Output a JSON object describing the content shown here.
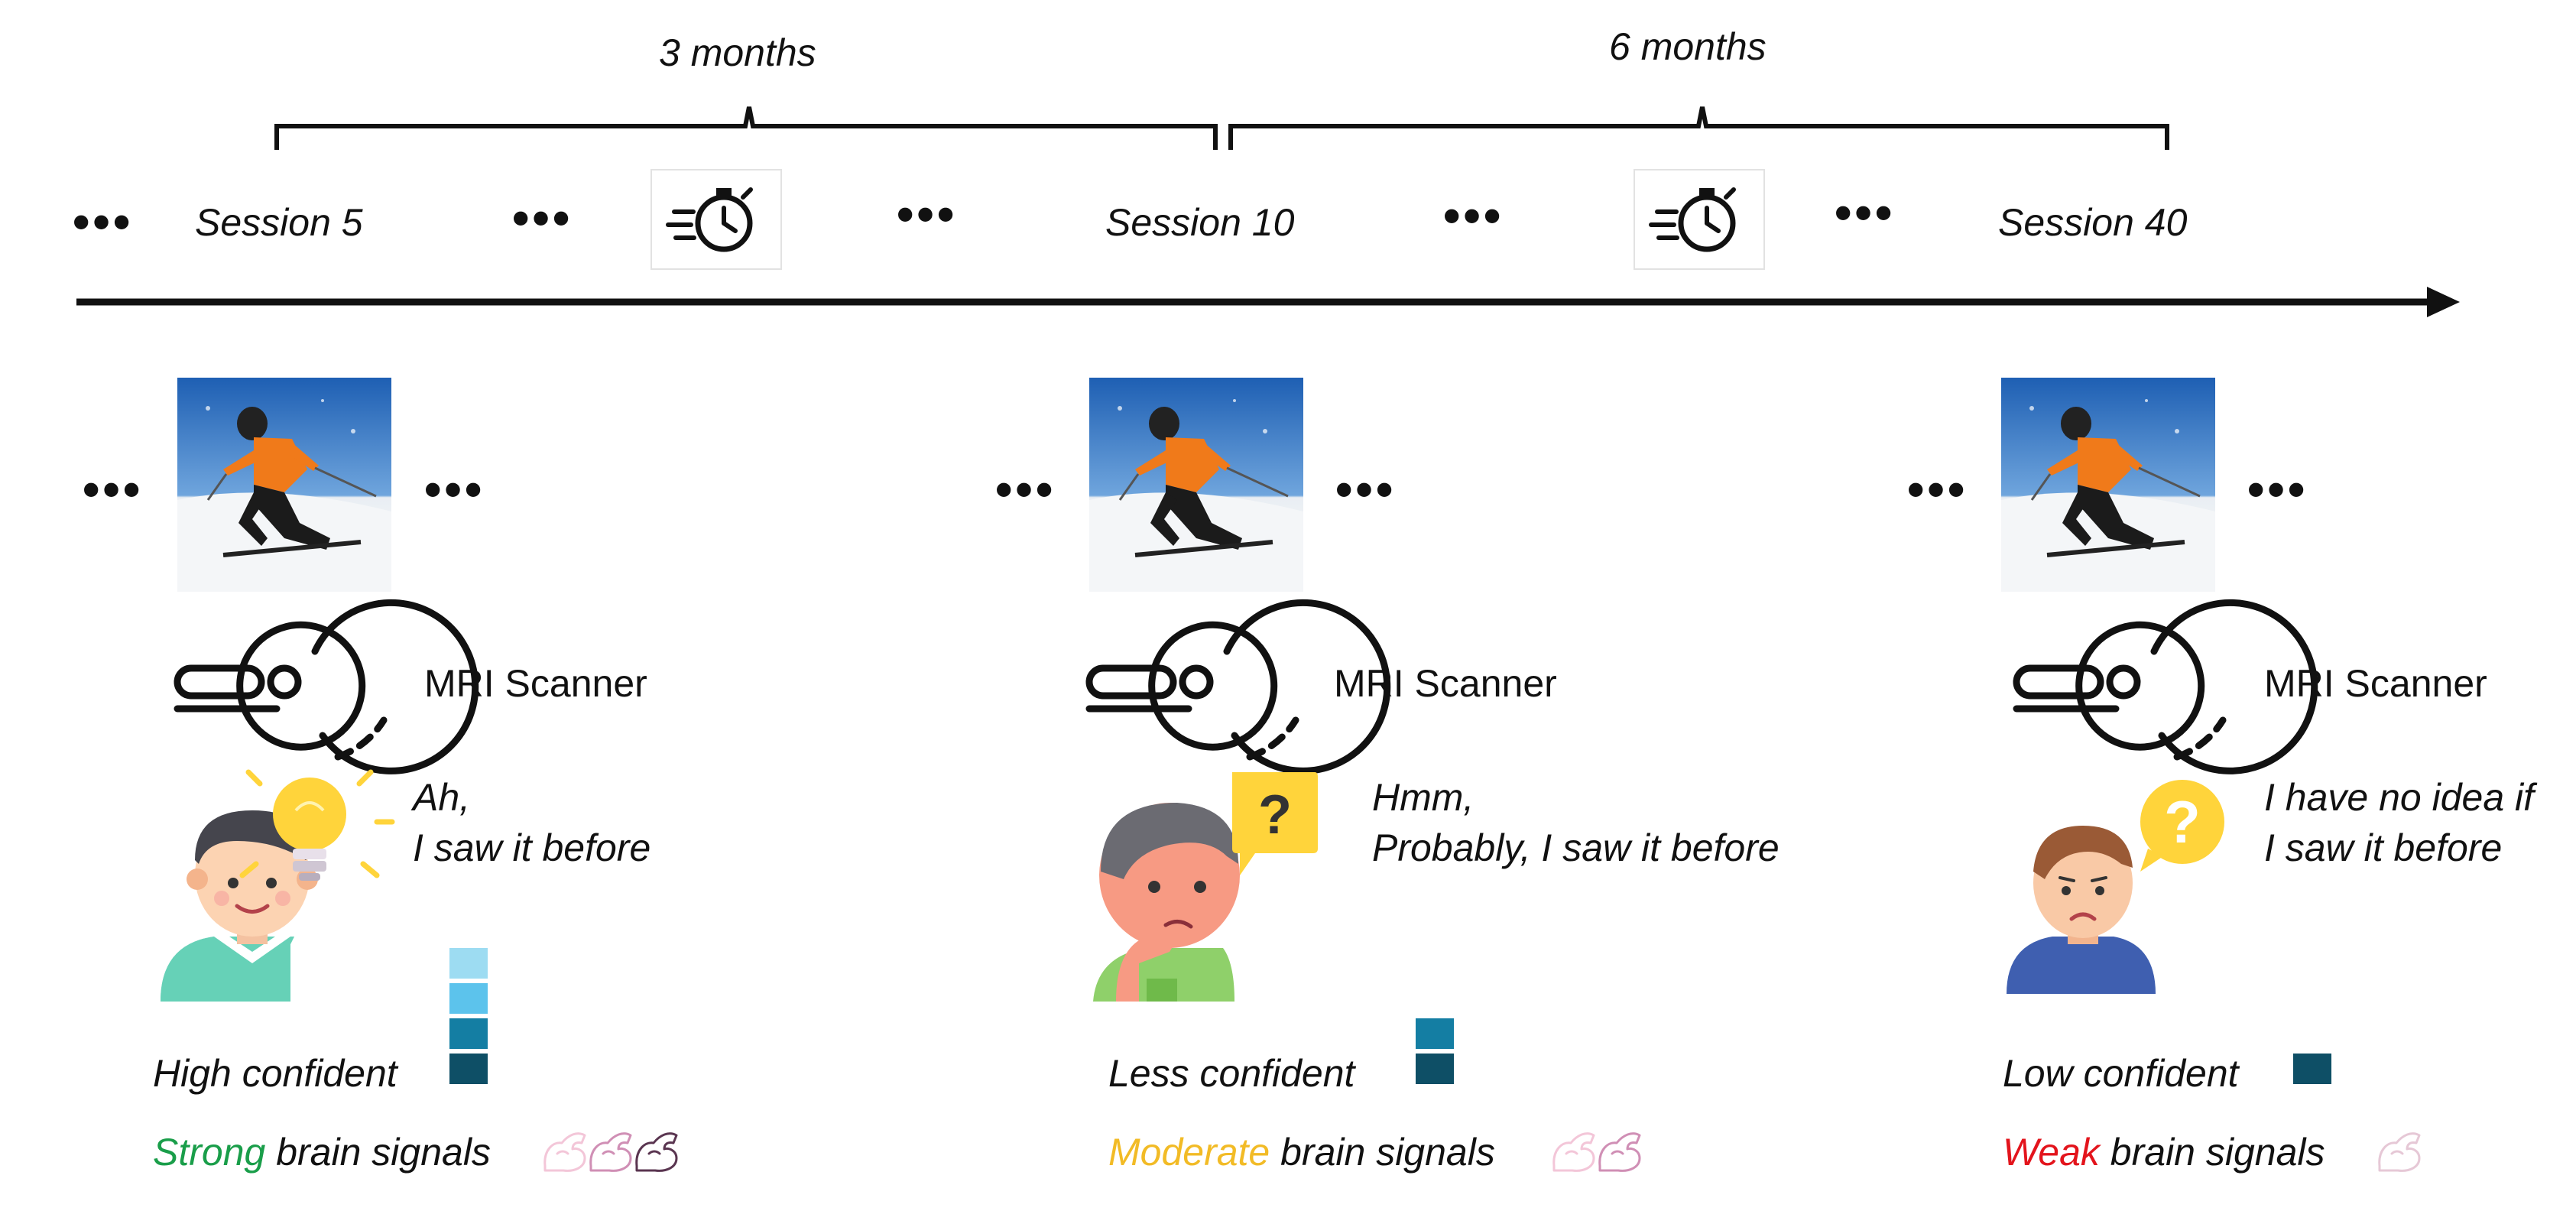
{
  "timeline": {
    "span_labels": [
      "3 months",
      "6 months"
    ],
    "session_labels": [
      "Session 5",
      "Session 10",
      "Session 40"
    ],
    "ellipsis": "•••",
    "timer_icon": "stopwatch-icon"
  },
  "panels": [
    {
      "scanner_label": "MRI Scanner",
      "quote": "Ah,\nI saw it before",
      "confidence_label": "High confident",
      "confidence_colors": [
        "#9ddcf2",
        "#5cc3ec",
        "#147ea3",
        "#0e4f66"
      ],
      "signal_strength_word": "Strong",
      "signal_rest": " brain signals",
      "signal_color": "#1a9e4a",
      "muscle_icons": 3
    },
    {
      "scanner_label": "MRI Scanner",
      "quote": "Hmm,\nProbably, I saw it before",
      "confidence_label": "Less confident",
      "confidence_colors": [
        "#147ea3",
        "#0e4f66"
      ],
      "signal_strength_word": "Moderate",
      "signal_rest": " brain signals",
      "signal_color": "#f2bb26",
      "muscle_icons": 2
    },
    {
      "scanner_label": "MRI Scanner",
      "quote": "I have no idea if\nI saw it before",
      "confidence_label": "Low confident",
      "confidence_colors": [
        "#0e4f66"
      ],
      "signal_strength_word": "Weak",
      "signal_rest": " brain signals",
      "signal_color": "#e3141c",
      "muscle_icons": 1
    }
  ]
}
